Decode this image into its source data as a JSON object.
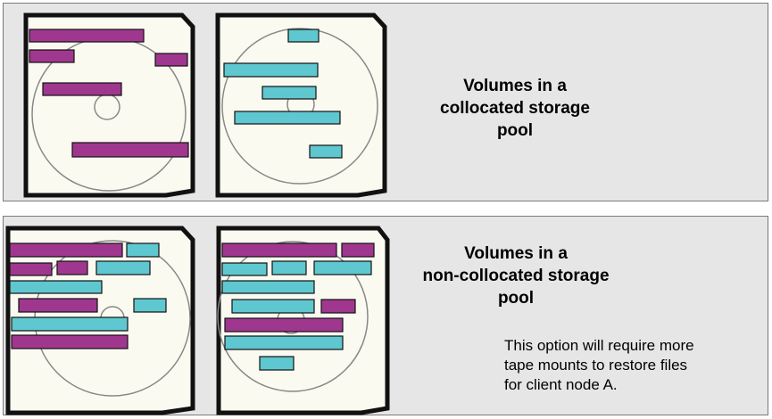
{
  "colors": {
    "panel_bg": "#e6e6e6",
    "volume_bg": "#fbfaf1",
    "magenta_file": "#a0378f",
    "cyan_file": "#5fc7cf",
    "outline": "#111111"
  },
  "collocated": {
    "caption_lines": [
      "Volumes in a",
      "collocated storage",
      "pool"
    ],
    "volumes": [
      {
        "files": [
          {
            "color": "magenta"
          },
          {
            "color": "magenta"
          },
          {
            "color": "magenta"
          },
          {
            "color": "magenta"
          },
          {
            "color": "magenta"
          }
        ]
      },
      {
        "files": [
          {
            "color": "cyan"
          },
          {
            "color": "cyan"
          },
          {
            "color": "cyan"
          },
          {
            "color": "cyan"
          },
          {
            "color": "cyan"
          }
        ]
      }
    ]
  },
  "non_collocated": {
    "caption_lines": [
      "Volumes in a",
      "non-collocated storage",
      "pool"
    ],
    "note_lines": [
      "This option will require more",
      "tape mounts to restore files",
      "for client node A."
    ],
    "volumes": [
      {
        "files": [
          {
            "color": "magenta"
          },
          {
            "color": "cyan"
          },
          {
            "color": "magenta"
          },
          {
            "color": "magenta"
          },
          {
            "color": "cyan"
          },
          {
            "color": "cyan"
          },
          {
            "color": "magenta"
          },
          {
            "color": "cyan"
          },
          {
            "color": "cyan"
          },
          {
            "color": "magenta"
          }
        ]
      },
      {
        "files": [
          {
            "color": "magenta"
          },
          {
            "color": "magenta"
          },
          {
            "color": "cyan"
          },
          {
            "color": "cyan"
          },
          {
            "color": "cyan"
          },
          {
            "color": "cyan"
          },
          {
            "color": "cyan"
          },
          {
            "color": "magenta"
          },
          {
            "color": "magenta"
          },
          {
            "color": "cyan"
          },
          {
            "color": "cyan"
          }
        ]
      }
    ]
  }
}
